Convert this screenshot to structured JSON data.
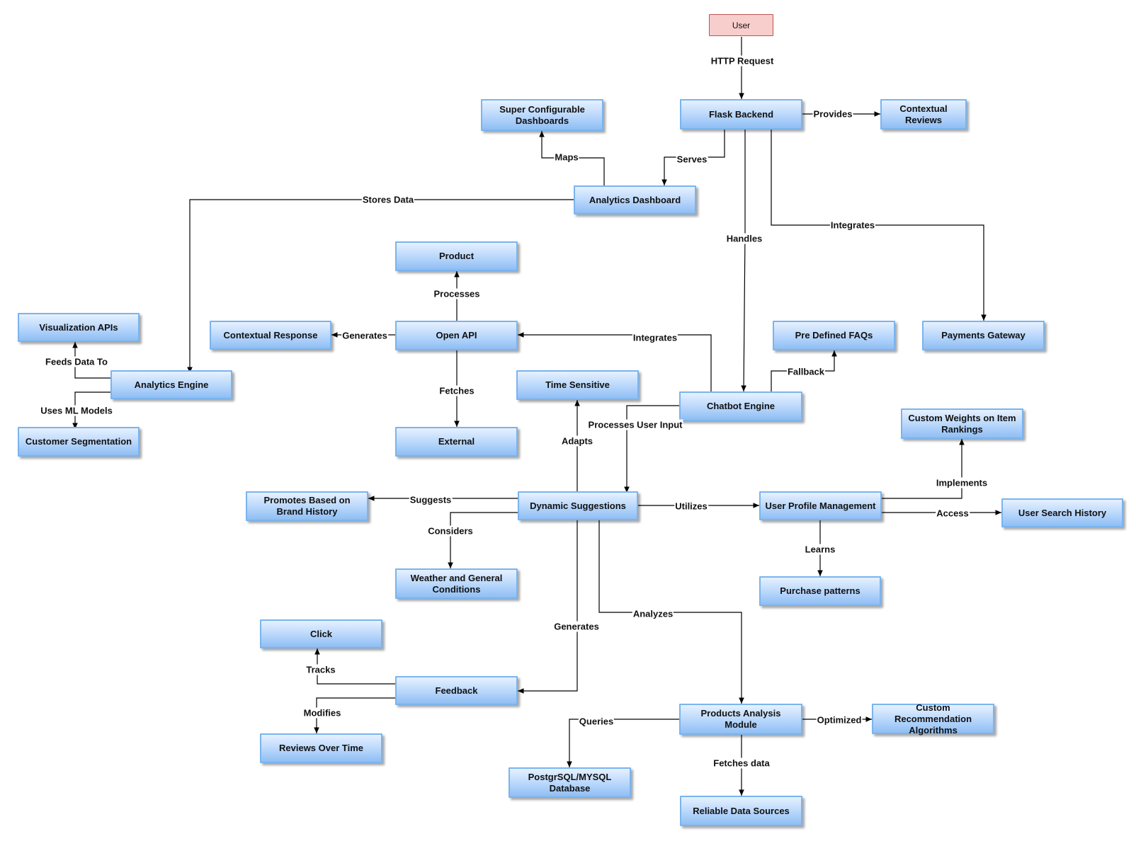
{
  "nodes": {
    "user": "User",
    "flask_backend": "Flask Backend",
    "contextual_reviews": "Contextual Reviews",
    "super_configurable_dashboards": "Super Configurable Dashboards",
    "analytics_dashboard": "Analytics Dashboard",
    "product": "Product",
    "visualization_apis": "Visualization APIs",
    "contextual_response": "Contextual Response",
    "open_api": "Open API",
    "pre_defined_faqs": "Pre Defined FAQs",
    "payments_gateway": "Payments Gateway",
    "analytics_engine": "Analytics Engine",
    "time_sensitive": "Time Sensitive",
    "chatbot_engine": "Chatbot Engine",
    "customer_segmentation": "Customer Segmentation",
    "external": "External",
    "custom_weights": "Custom Weights on Item Rankings",
    "promotes_brand_history": "Promotes Based on Brand History",
    "dynamic_suggestions": "Dynamic Suggestions",
    "user_profile_management": "User Profile Management",
    "user_search_history": "User Search History",
    "weather_conditions": "Weather and General Conditions",
    "purchase_patterns": "Purchase patterns",
    "click": "Click",
    "feedback": "Feedback",
    "products_analysis_module": "Products Analysis Module",
    "custom_recommendation_algorithms": "Custom Recommendation Algorithms",
    "reviews_over_time": "Reviews Over Time",
    "database": "PostgrSQL/MYSQL Database",
    "reliable_data_sources": "Reliable Data Sources"
  },
  "edge_labels": {
    "http_request": "HTTP Request",
    "provides": "Provides",
    "serves": "Serves",
    "maps": "Maps",
    "stores_data": "Stores Data",
    "integrates_payments": "Integrates",
    "handles": "Handles",
    "processes": "Processes",
    "generates_response": "Generates",
    "integrates_openapi": "Integrates",
    "fetches": "Fetches",
    "feeds_data_to": "Feeds Data To",
    "uses_ml_models": "Uses ML Models",
    "fallback": "Fallback",
    "processes_user_input": "Processes User Input",
    "adapts": "Adapts",
    "implements": "Implements",
    "suggests": "Suggests",
    "utilizes": "Utilizes",
    "access": "Access",
    "considers": "Considers",
    "learns": "Learns",
    "analyzes": "Analyzes",
    "generates_feedback": "Generates",
    "tracks": "Tracks",
    "modifies": "Modifies",
    "queries": "Queries",
    "optimized": "Optimized",
    "fetches_data": "Fetches data"
  }
}
